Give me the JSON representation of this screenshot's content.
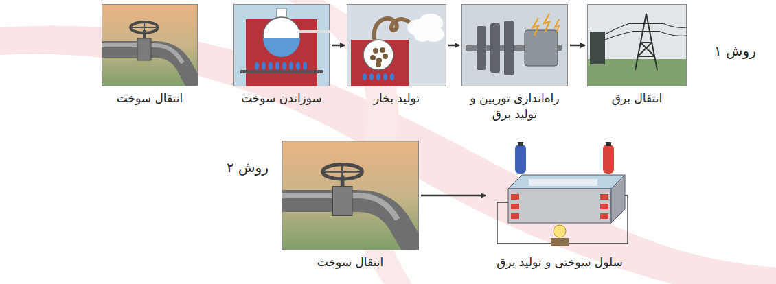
{
  "diagram": {
    "nodes": [
      {
        "text": [
          "انتقال سوخت"
        ]
      },
      {
        "text": [
          "سوزاندن سوخت"
        ]
      },
      {
        "text": [
          "تولید بخار"
        ]
      },
      {
        "text": [
          "راه‌اندازی توربین و تولید برق"
        ]
      },
      {
        "text": [
          "انتقال برق"
        ]
      },
      {
        "text": [
          "انتقال سوخت"
        ]
      },
      {
        "text": [
          "سلول سوختی و تولید برق"
        ]
      }
    ],
    "edges": [
      {
        "from": 1,
        "to": 2,
        "arrow": "to"
      },
      {
        "from": 2,
        "to": 3,
        "arrow": "to"
      },
      {
        "from": 3,
        "to": 4,
        "arrow": "to"
      },
      {
        "from": 5,
        "to": 6,
        "arrow": "to"
      }
    ],
    "labels": [
      "روش ۱",
      "روش ۲"
    ]
  }
}
